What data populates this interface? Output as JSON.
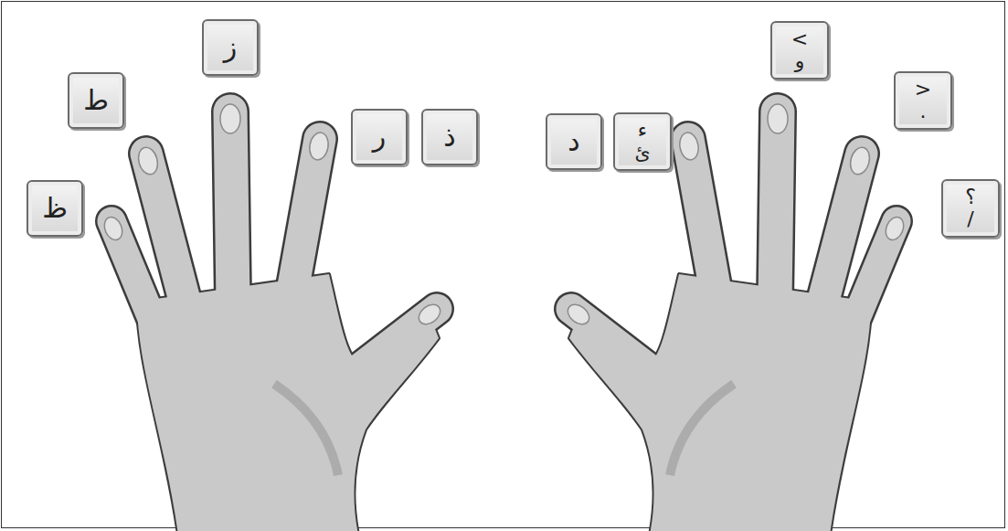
{
  "diagram": {
    "nodes": [
      {
        "text": [
          "ظ"
        ]
      },
      {
        "text": [
          "ط"
        ]
      },
      {
        "text": [
          "ز"
        ]
      },
      {
        "text": [
          "ر"
        ]
      },
      {
        "text": [
          "ذ"
        ]
      },
      {
        "text": [
          "د"
        ]
      },
      {
        "text": [
          "ء",
          "ئ"
        ]
      },
      {
        "text": [
          "<",
          "و"
        ]
      },
      {
        "text": [
          ">",
          "."
        ]
      },
      {
        "text": [
          "؟",
          "/"
        ]
      }
    ]
  }
}
